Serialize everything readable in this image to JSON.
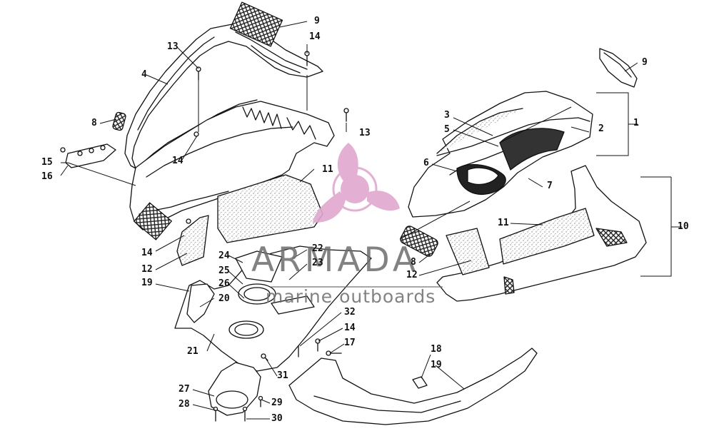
{
  "watermark": {
    "brand": "ARMADA",
    "tagline": "marine outboards",
    "logo_color": "#e0a7cf",
    "text_color": "#6d6d6d"
  },
  "callouts": [
    {
      "id": "c1",
      "text": "1"
    },
    {
      "id": "c2",
      "text": "2"
    },
    {
      "id": "c3",
      "text": "3"
    },
    {
      "id": "c4",
      "text": "4"
    },
    {
      "id": "c5",
      "text": "5"
    },
    {
      "id": "c6",
      "text": "6"
    },
    {
      "id": "c7",
      "text": "7"
    },
    {
      "id": "c8a",
      "text": "8"
    },
    {
      "id": "c8b",
      "text": "8"
    },
    {
      "id": "c9a",
      "text": "9"
    },
    {
      "id": "c9b",
      "text": "9"
    },
    {
      "id": "c10",
      "text": "10"
    },
    {
      "id": "c11a",
      "text": "11"
    },
    {
      "id": "c11b",
      "text": "11"
    },
    {
      "id": "c12a",
      "text": "12"
    },
    {
      "id": "c12b",
      "text": "12"
    },
    {
      "id": "c13a",
      "text": "13"
    },
    {
      "id": "c13b",
      "text": "13"
    },
    {
      "id": "c14a",
      "text": "14"
    },
    {
      "id": "c14b",
      "text": "14"
    },
    {
      "id": "c14c",
      "text": "14"
    },
    {
      "id": "c14d",
      "text": "14"
    },
    {
      "id": "c15",
      "text": "15"
    },
    {
      "id": "c16",
      "text": "16"
    },
    {
      "id": "c17",
      "text": "17"
    },
    {
      "id": "c18",
      "text": "18"
    },
    {
      "id": "c19a",
      "text": "19"
    },
    {
      "id": "c19b",
      "text": "19"
    },
    {
      "id": "c20",
      "text": "20"
    },
    {
      "id": "c21",
      "text": "21"
    },
    {
      "id": "c22",
      "text": "22"
    },
    {
      "id": "c23",
      "text": "23"
    },
    {
      "id": "c24",
      "text": "24"
    },
    {
      "id": "c25",
      "text": "25"
    },
    {
      "id": "c26",
      "text": "26"
    },
    {
      "id": "c27",
      "text": "27"
    },
    {
      "id": "c28",
      "text": "28"
    },
    {
      "id": "c29",
      "text": "29"
    },
    {
      "id": "c30",
      "text": "30"
    },
    {
      "id": "c31",
      "text": "31"
    },
    {
      "id": "c32",
      "text": "32"
    }
  ]
}
